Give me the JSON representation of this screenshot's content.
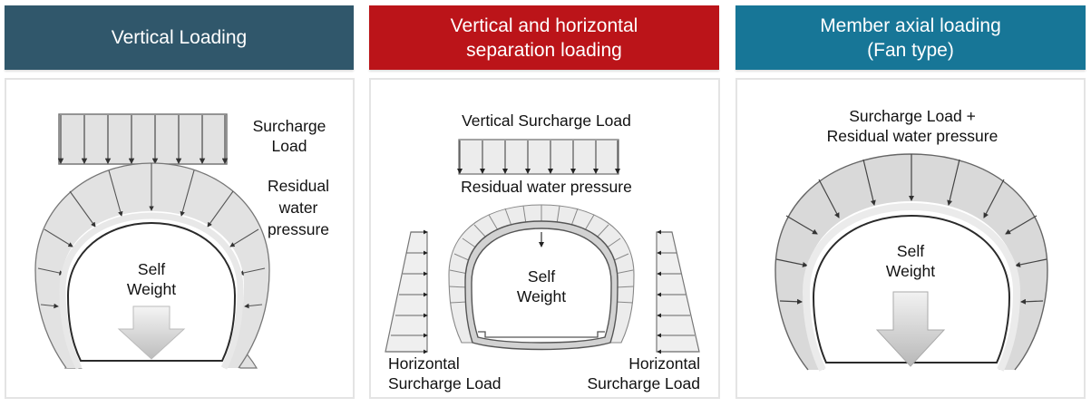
{
  "colors": {
    "header_vertical": "#30576b",
    "header_separation": "#bb1419",
    "header_fan": "#177697",
    "load_fill": "#e2e2e2",
    "load_stroke": "#6b6b6b"
  },
  "panels": [
    {
      "title": "Vertical Loading",
      "labels": {
        "surcharge_line1": "Surcharge",
        "surcharge_line2": "Load",
        "water_line1": "Residual",
        "water_line2": "water",
        "water_line3": "pressure",
        "self_line1": "Self",
        "self_line2": "Weight"
      }
    },
    {
      "title_line1": "Vertical and horizontal",
      "title_line2": "separation loading",
      "labels": {
        "vertical_surcharge": "Vertical Surcharge Load",
        "water": "Residual water pressure",
        "self_line1": "Self",
        "self_line2": "Weight",
        "horiz_left_line1": "Horizontal",
        "horiz_left_line2": "Surcharge Load",
        "horiz_right_line1": "Horizontal",
        "horiz_right_line2": "Surcharge Load"
      }
    },
    {
      "title_line1": "Member axial loading",
      "title_line2": "(Fan type)",
      "labels": {
        "combined_line1": "Surcharge Load +",
        "combined_line2": "Residual water pressure",
        "self_line1": "Self",
        "self_line2": "Weight"
      }
    }
  ]
}
